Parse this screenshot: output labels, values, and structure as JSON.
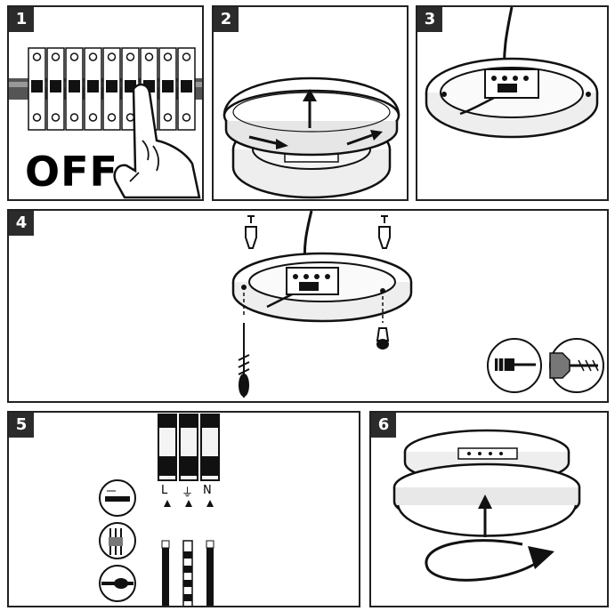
{
  "steps": [
    {
      "number": "1",
      "caption": "OFF"
    },
    {
      "number": "2"
    },
    {
      "number": "3"
    },
    {
      "number": "4"
    },
    {
      "number": "5",
      "terminals": [
        "L",
        "⏚",
        "N"
      ]
    },
    {
      "number": "6"
    }
  ],
  "icons": {
    "step1": [
      "breaker-panel-icon",
      "hand-pointer-icon"
    ],
    "step2": [
      "lamp-cover-icon",
      "up-arrow-icon",
      "rotate-arrows-icon"
    ],
    "step3": [
      "mounting-ring-icon",
      "terminal-block-icon",
      "cable-icon"
    ],
    "step4": [
      "wall-plug-icon",
      "screw-icon",
      "screwdriver-icon",
      "drill-icon"
    ],
    "step5": [
      "terminal-block-icon",
      "strip-wire-icon",
      "insert-wire-icon",
      "twist-wire-icon"
    ],
    "step6": [
      "lamp-cover-icon",
      "up-arrow-icon",
      "rotate-arrow-icon"
    ]
  }
}
